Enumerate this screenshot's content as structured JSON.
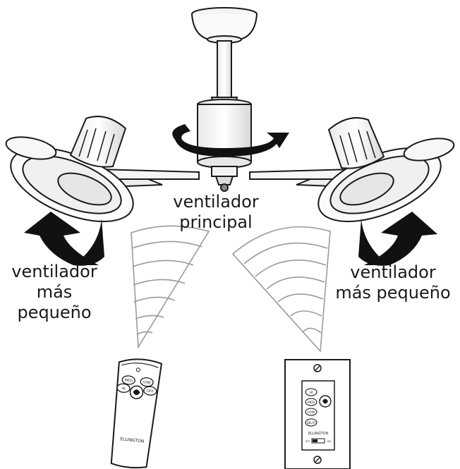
{
  "labels": {
    "main_fan": [
      "ventilador",
      "principal"
    ],
    "left_fan": [
      "ventilador",
      "más",
      "pequeño"
    ],
    "right_fan": [
      "ventilador",
      "más pequeño"
    ]
  },
  "remote": {
    "buttons": [
      "MED",
      "LOW",
      "HI",
      "OFF"
    ],
    "brand": "ELLINGTON"
  },
  "wall_control": {
    "buttons": [
      "HI",
      "MED",
      "LOW",
      "DELAY"
    ],
    "brand": "ELLINGTON",
    "switch_left": "OFF",
    "switch_right": "ON"
  },
  "colors": {
    "line": "#1a1a1a",
    "arrow": "#111111",
    "signal": "#9a9a9a"
  }
}
